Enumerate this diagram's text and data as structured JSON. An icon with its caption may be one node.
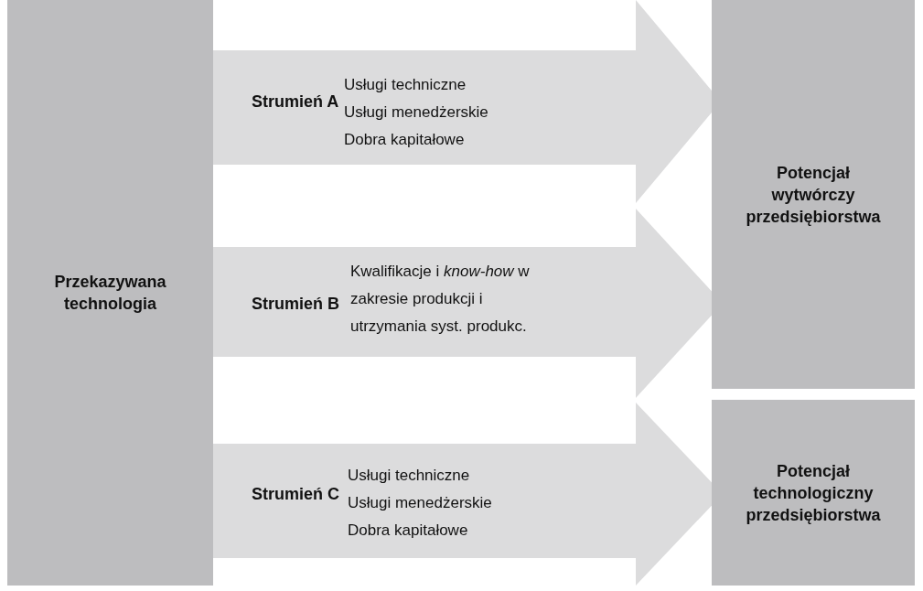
{
  "diagram": {
    "nodes": [
      {
        "text": [
          "Przekazywana technologia"
        ]
      },
      {
        "text": [
          "Strumień A",
          "Usługi techniczne Usługi menedżerskie Dobra kapitałowe"
        ]
      },
      {
        "text": [
          "Strumień B",
          "Kwalifikacje i *know-how* w zakresie produkcji i utrzymania syst. produkc."
        ]
      },
      {
        "text": [
          "Strumień C",
          "Usługi techniczne Usługi menedżerskie Dobra kapitałowe"
        ]
      },
      {
        "text": [
          "Potencjał wytwórczy przedsiębiorstwa"
        ]
      },
      {
        "text": [
          "Potencjał technologiczny przedsiębiorstwa"
        ]
      }
    ]
  }
}
